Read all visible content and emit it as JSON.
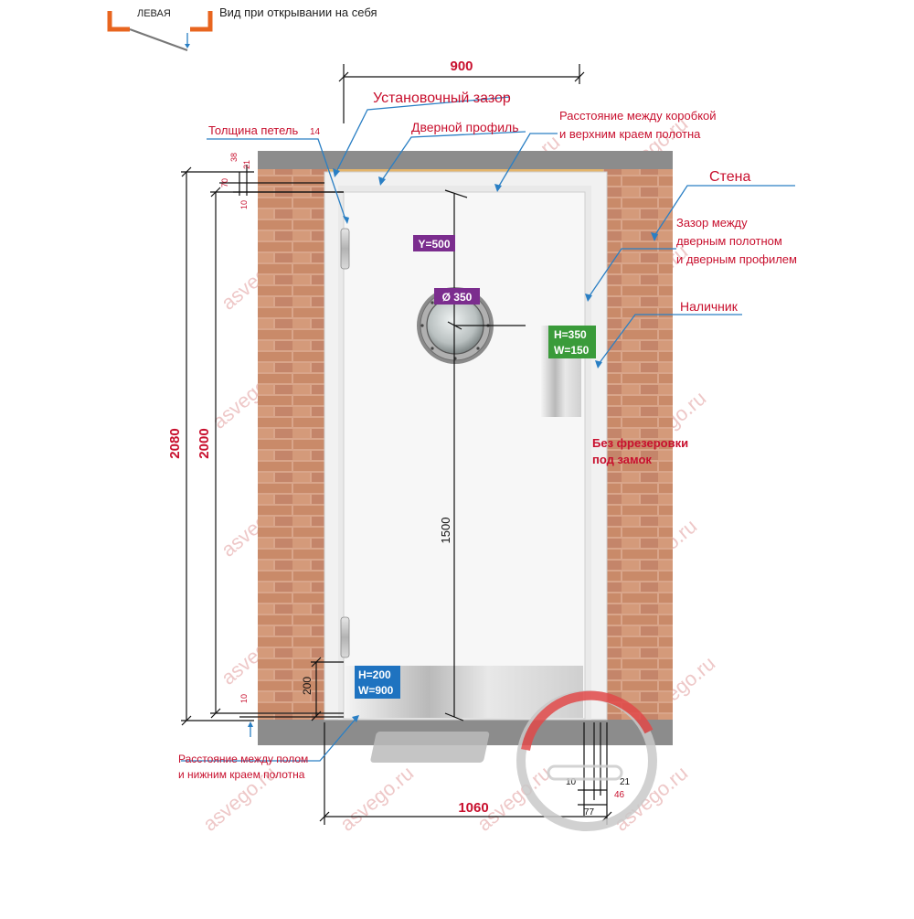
{
  "header": {
    "side": "ЛЕВАЯ",
    "view": "Вид при открывании на себя"
  },
  "labels": {
    "install_gap": "Установочный зазор",
    "door_profile": "Дверной профиль",
    "hinge_thickness": "Толщина петель",
    "hinge_thickness_value": "14",
    "top_gap_line1": "Расстояние между коробкой",
    "top_gap_line2": "и верхним краем полотна",
    "wall": "Стена",
    "leaf_gap_line1": "Зазор между",
    "leaf_gap_line2": "дверным полотном",
    "leaf_gap_line3": "и дверным профилем",
    "trim": "Наличник",
    "no_lock_line1": "Без фрезеровки",
    "no_lock_line2": "под замок",
    "floor_gap_line1": "Расстояние между полом",
    "floor_gap_line2": "и нижним краем полотна"
  },
  "badges": {
    "y": "Y=500",
    "diameter": "Ø 350",
    "plate_h": "H=350",
    "plate_w": "W=150",
    "kick_h": "H=200",
    "kick_w": "W=900"
  },
  "dims": {
    "width_900": "900",
    "width_1060": "1060",
    "height_2080": "2080",
    "height_2000": "2000",
    "height_1500": "1500",
    "height_200": "200",
    "d38": "38",
    "d21_top": "21",
    "d70": "70",
    "d10_top": "10",
    "d10_bottom": "10",
    "d10_right": "10",
    "d21_right": "21",
    "d46": "46",
    "d77": "77"
  },
  "watermark": "asvego.ru",
  "colors": {
    "accent_red": "#c8102e",
    "purple": "#7b2d8e",
    "green": "#3a9b3a",
    "blue": "#1f73c0",
    "brick": "#c98a69",
    "wall_gray": "#8c8c8c"
  }
}
